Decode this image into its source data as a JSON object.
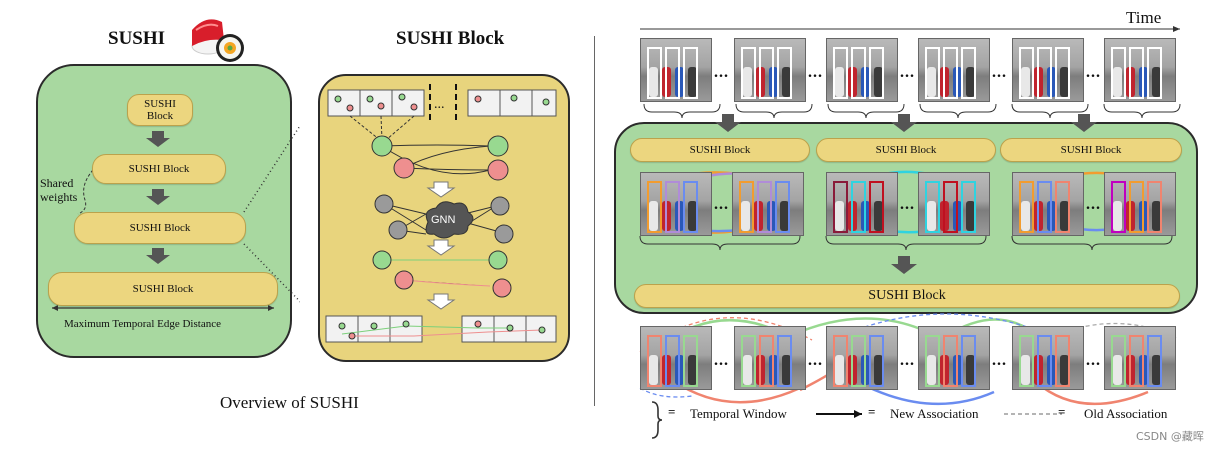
{
  "left": {
    "title_sushi": "SUSHI",
    "title_block": "SUSHI Block",
    "pill_small": "SUSHI Block",
    "pill_1": "SUSHI Block",
    "pill_2": "SUSHI Block",
    "pill_3": "SUSHI Block",
    "shared_weights": "Shared weights",
    "max_temporal": "Maximum Temporal Edge Distance",
    "gnn": "GNN",
    "caption": "Overview of SUSHI"
  },
  "right": {
    "time_label": "Time",
    "block_1": "SUSHI Block",
    "block_2": "SUSHI Block",
    "block_3": "SUSHI Block",
    "block_big": "SUSHI Block",
    "legend_window": "Temporal Window",
    "legend_new": "New Association",
    "legend_old": "Old Association",
    "legend_equals": "=",
    "ellipsis": "...",
    "watermark": "CSDN @藏晖"
  },
  "colors": {
    "green_bg": "#a8d8a0",
    "yellow_bg": "#e8d47d",
    "pill": "#ecd67f",
    "node_green": "#98d990",
    "node_red": "#ee8f8f",
    "node_gray": "#9a9a9a",
    "assoc_orange": "#f29c2f",
    "assoc_purple": "#b08cd8",
    "assoc_cyan": "#2fd3e0",
    "assoc_blue": "#6a8cf0",
    "assoc_salmon": "#f0846f"
  }
}
